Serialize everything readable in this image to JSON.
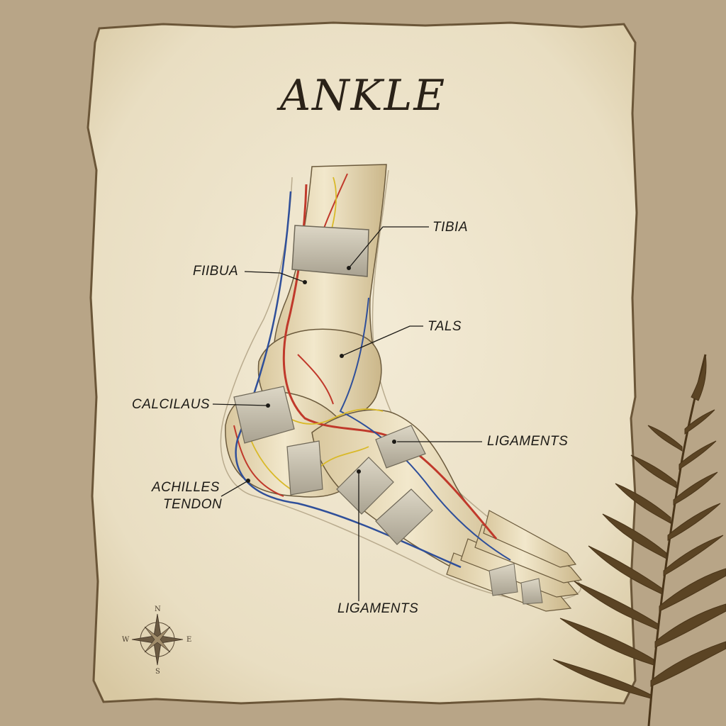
{
  "title": "ANKLE",
  "labels": {
    "tibia": "TIBIA",
    "fibula": "FIIBUA",
    "talus": "TALS",
    "calcaneus": "CALCILAUS",
    "ligaments_right": "LIGAMENTS",
    "achilles_line1": "ACHILLES",
    "achilles_line2": "TENDON",
    "ligaments_bottom": "LIGAMENTS"
  },
  "compass": {
    "n": "N",
    "s": "S",
    "e": "E",
    "w": "W"
  },
  "colors": {
    "background": "#b8a587",
    "parchment": "#efe6cf",
    "bone": "#e8d9b4",
    "artery": "#c0392b",
    "vein": "#2f4f9a",
    "nerve": "#d9b928",
    "bandage": "#c9c3b3",
    "fern": "#5b4424",
    "ink": "#1c1a16"
  }
}
